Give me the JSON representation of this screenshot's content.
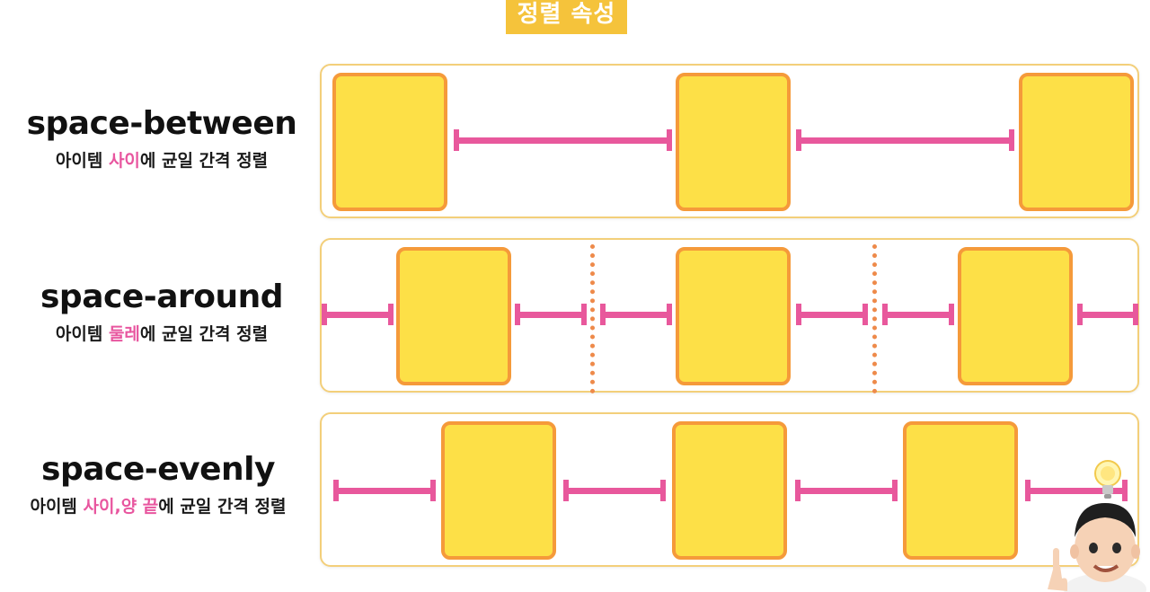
{
  "header": {
    "title": "정렬 속성"
  },
  "rows": [
    {
      "id": "space-between",
      "title": "space-between",
      "subtitle": {
        "pre": "아이템 ",
        "highlight": "사이",
        "post": "에 균일 간격 정렬"
      }
    },
    {
      "id": "space-around",
      "title": "space-around",
      "subtitle": {
        "pre": "아이템 ",
        "highlight": "둘레",
        "post": "에 균일 간격 정렬"
      }
    },
    {
      "id": "space-evenly",
      "title": "space-evenly",
      "subtitle": {
        "pre": "아이템 ",
        "highlight": "사이,양 끝",
        "post": "에 균일 간격 정렬"
      }
    }
  ],
  "colors": {
    "badge": "#f5c33b",
    "item_fill": "#fde047",
    "item_border": "#f59a3a",
    "spacing_bar": "#e8589c",
    "highlight_text": "#e8569f",
    "divider": "#ee8a4a",
    "panel_border": "#f3cf7a"
  },
  "icons": {
    "avatar": "avatar-pointing-icon",
    "lightbulb": "lightbulb-icon"
  }
}
